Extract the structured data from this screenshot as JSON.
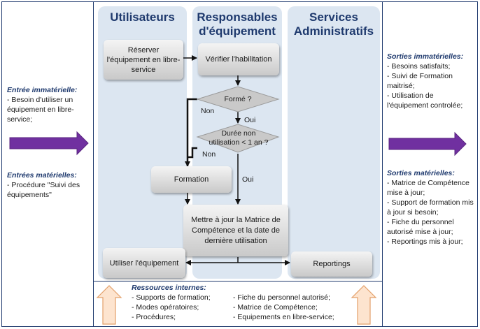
{
  "left_panel": {
    "immaterial_heading": "Entrée immatérielle:",
    "immaterial_items": [
      "- Besoin d'utiliser un équipement en libre-service;"
    ],
    "material_heading": "Entrées matérielles:",
    "material_items": [
      "- Procédure \"Suivi des équipements\""
    ]
  },
  "lanes": {
    "users": "Utilisateurs",
    "equipment_managers": "Responsables d'équipement",
    "admin_services": "Services Administratifs"
  },
  "steps": {
    "reserve": "Réserver l'équipement en libre-service",
    "verify": "Vérifier l'habilitation",
    "trained_q": "Formé ?",
    "unused_q": "Durée non utilisation < 1 an ?",
    "training": "Formation",
    "update_matrix": "Mettre à jour la Matrice de Compétence et la date de dernière utilisation",
    "use_equipment": "Utiliser l'équipement",
    "reportings": "Reportings"
  },
  "edge_labels": {
    "no_trained": "Non",
    "yes_trained": "Oui",
    "no_unused": "Non",
    "yes_unused": "Oui"
  },
  "right_panel": {
    "immaterial_heading": "Sorties immatérielles:",
    "immaterial_items": [
      "- Besoins satisfaits;",
      "- Suivi de Formation maitrisé;",
      "- Utilisation de l'équipement controlée;"
    ],
    "material_heading": "Sorties matérielles:",
    "material_items": [
      "- Matrice de Compétence  mise à jour;",
      "- Support de formation mis à jour si besoin;",
      "- Fiche du personnel autorisé mise à jour;",
      "- Reportings mis à jour;"
    ]
  },
  "resources": {
    "heading": "Ressources internes:",
    "col1": [
      "- Supports de formation;",
      "- Modes opératoires;",
      "- Procédures;"
    ],
    "col2": [
      "- Fiche du personnel autorisé;",
      "- Matrice de Compétence;",
      "- Equipements en  libre-service;"
    ]
  },
  "colors": {
    "border": "#1f3a6e",
    "lane_bg": "#dce6f1",
    "arrow_purple": "#7030a0",
    "arrow_up_fill": "#fde4cf",
    "arrow_up_stroke": "#e3a06a"
  }
}
